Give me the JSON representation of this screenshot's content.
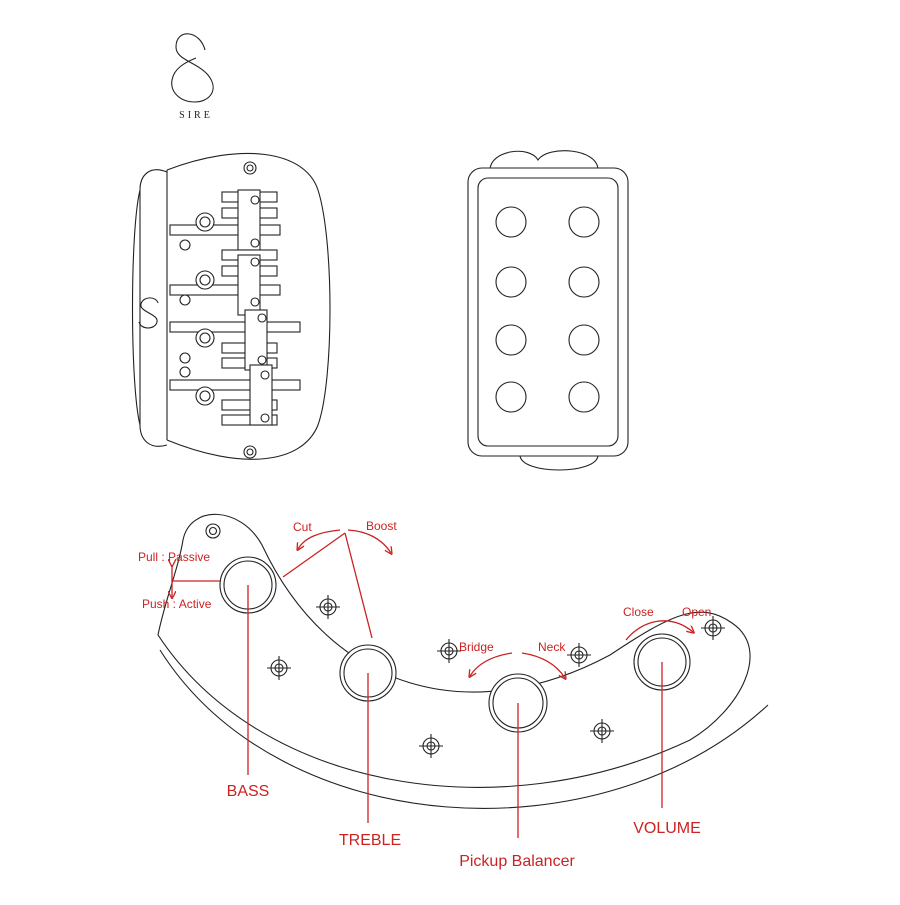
{
  "brand": {
    "logo_text": "SIRE",
    "logo_icon": "sire-s-logo-icon"
  },
  "control_labels": {
    "bass": "BASS",
    "treble": "TREBLE",
    "pickup_balancer": "Pickup Balancer",
    "volume": "VOLUME"
  },
  "bass_switch": {
    "pull": "Pull : Passive",
    "push": "Push : Active"
  },
  "eq_range": {
    "cut": "Cut",
    "boost": "Boost"
  },
  "balancer_range": {
    "bridge": "Bridge",
    "neck": "Neck"
  },
  "volume_range": {
    "close": "Close",
    "open": "Open"
  },
  "colors": {
    "annotation": "#cc2222",
    "line_art": "#222222",
    "background": "#ffffff"
  }
}
